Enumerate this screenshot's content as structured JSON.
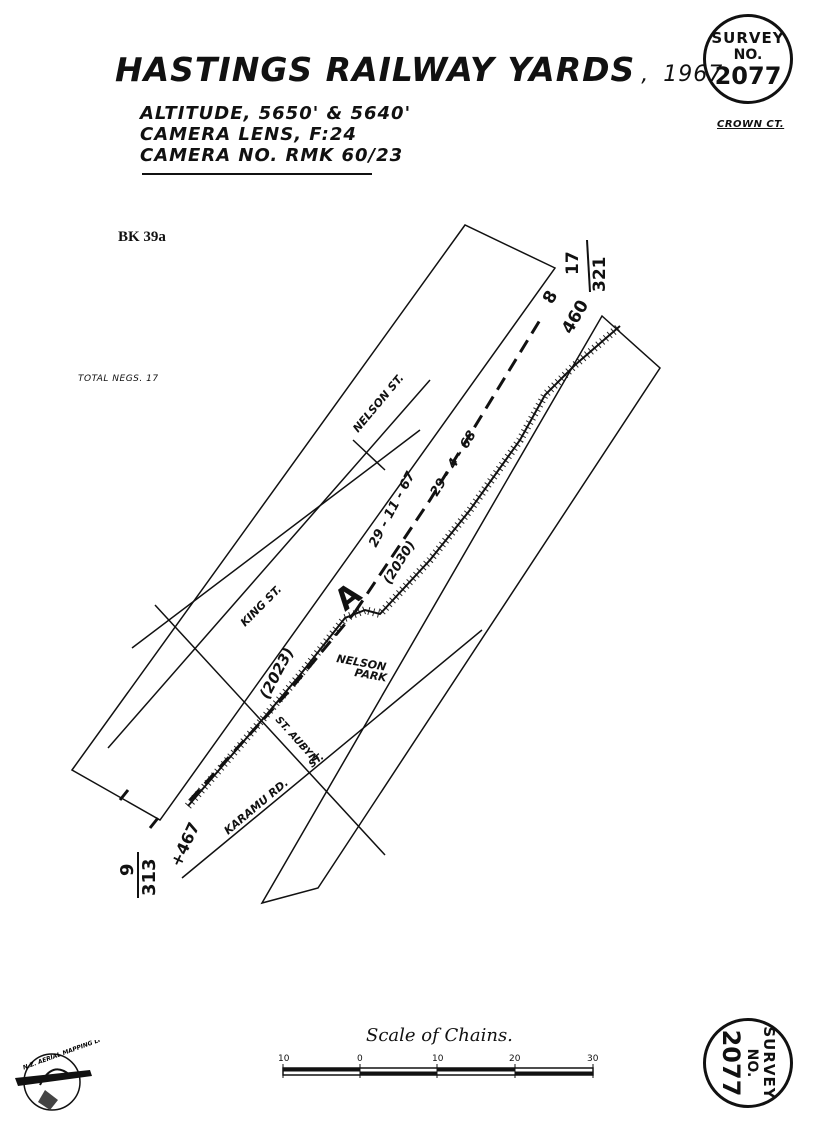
{
  "header": {
    "title": "HASTINGS RAILWAY YARDS",
    "year": "1967",
    "altitude": "ALTITUDE, 5650' & 5640'",
    "lens": "CAMERA LENS, F:24",
    "camera": "CAMERA NO. RMK 60/23"
  },
  "sheet_ref": "BK 39a",
  "total_negs": "TOTAL NEGS. 17",
  "crown": "CROWN CT.",
  "stamp": {
    "line1": "SURVEY",
    "line2": "NO.",
    "number": "2077"
  },
  "map": {
    "streets": {
      "nelson": "NELSON ST.",
      "king": "KING ST.",
      "karamu": "KARAMU RD.",
      "st_aubyn": "ST. AUBYN",
      "st_aubyn_suffix": "ST."
    },
    "park": {
      "line1": "NELSON",
      "line2": "PARK"
    },
    "flight_marker": "A",
    "labels": {
      "date1": "29 - 11 - 67",
      "run1": "(2030)",
      "date2": "29 - 4 - 68",
      "run2": "(2023)"
    },
    "frames": {
      "top_num": "8",
      "top_top": "17",
      "top_den": "321",
      "top_range": "460",
      "bot_num": "9",
      "bot_den": "313",
      "bot_range": "+467"
    }
  },
  "scale": {
    "title": "Scale of Chains.",
    "ticks": [
      "10",
      "0",
      "10",
      "20",
      "30"
    ]
  },
  "logo_text": "N.Z. AERIAL MAPPING LTD."
}
